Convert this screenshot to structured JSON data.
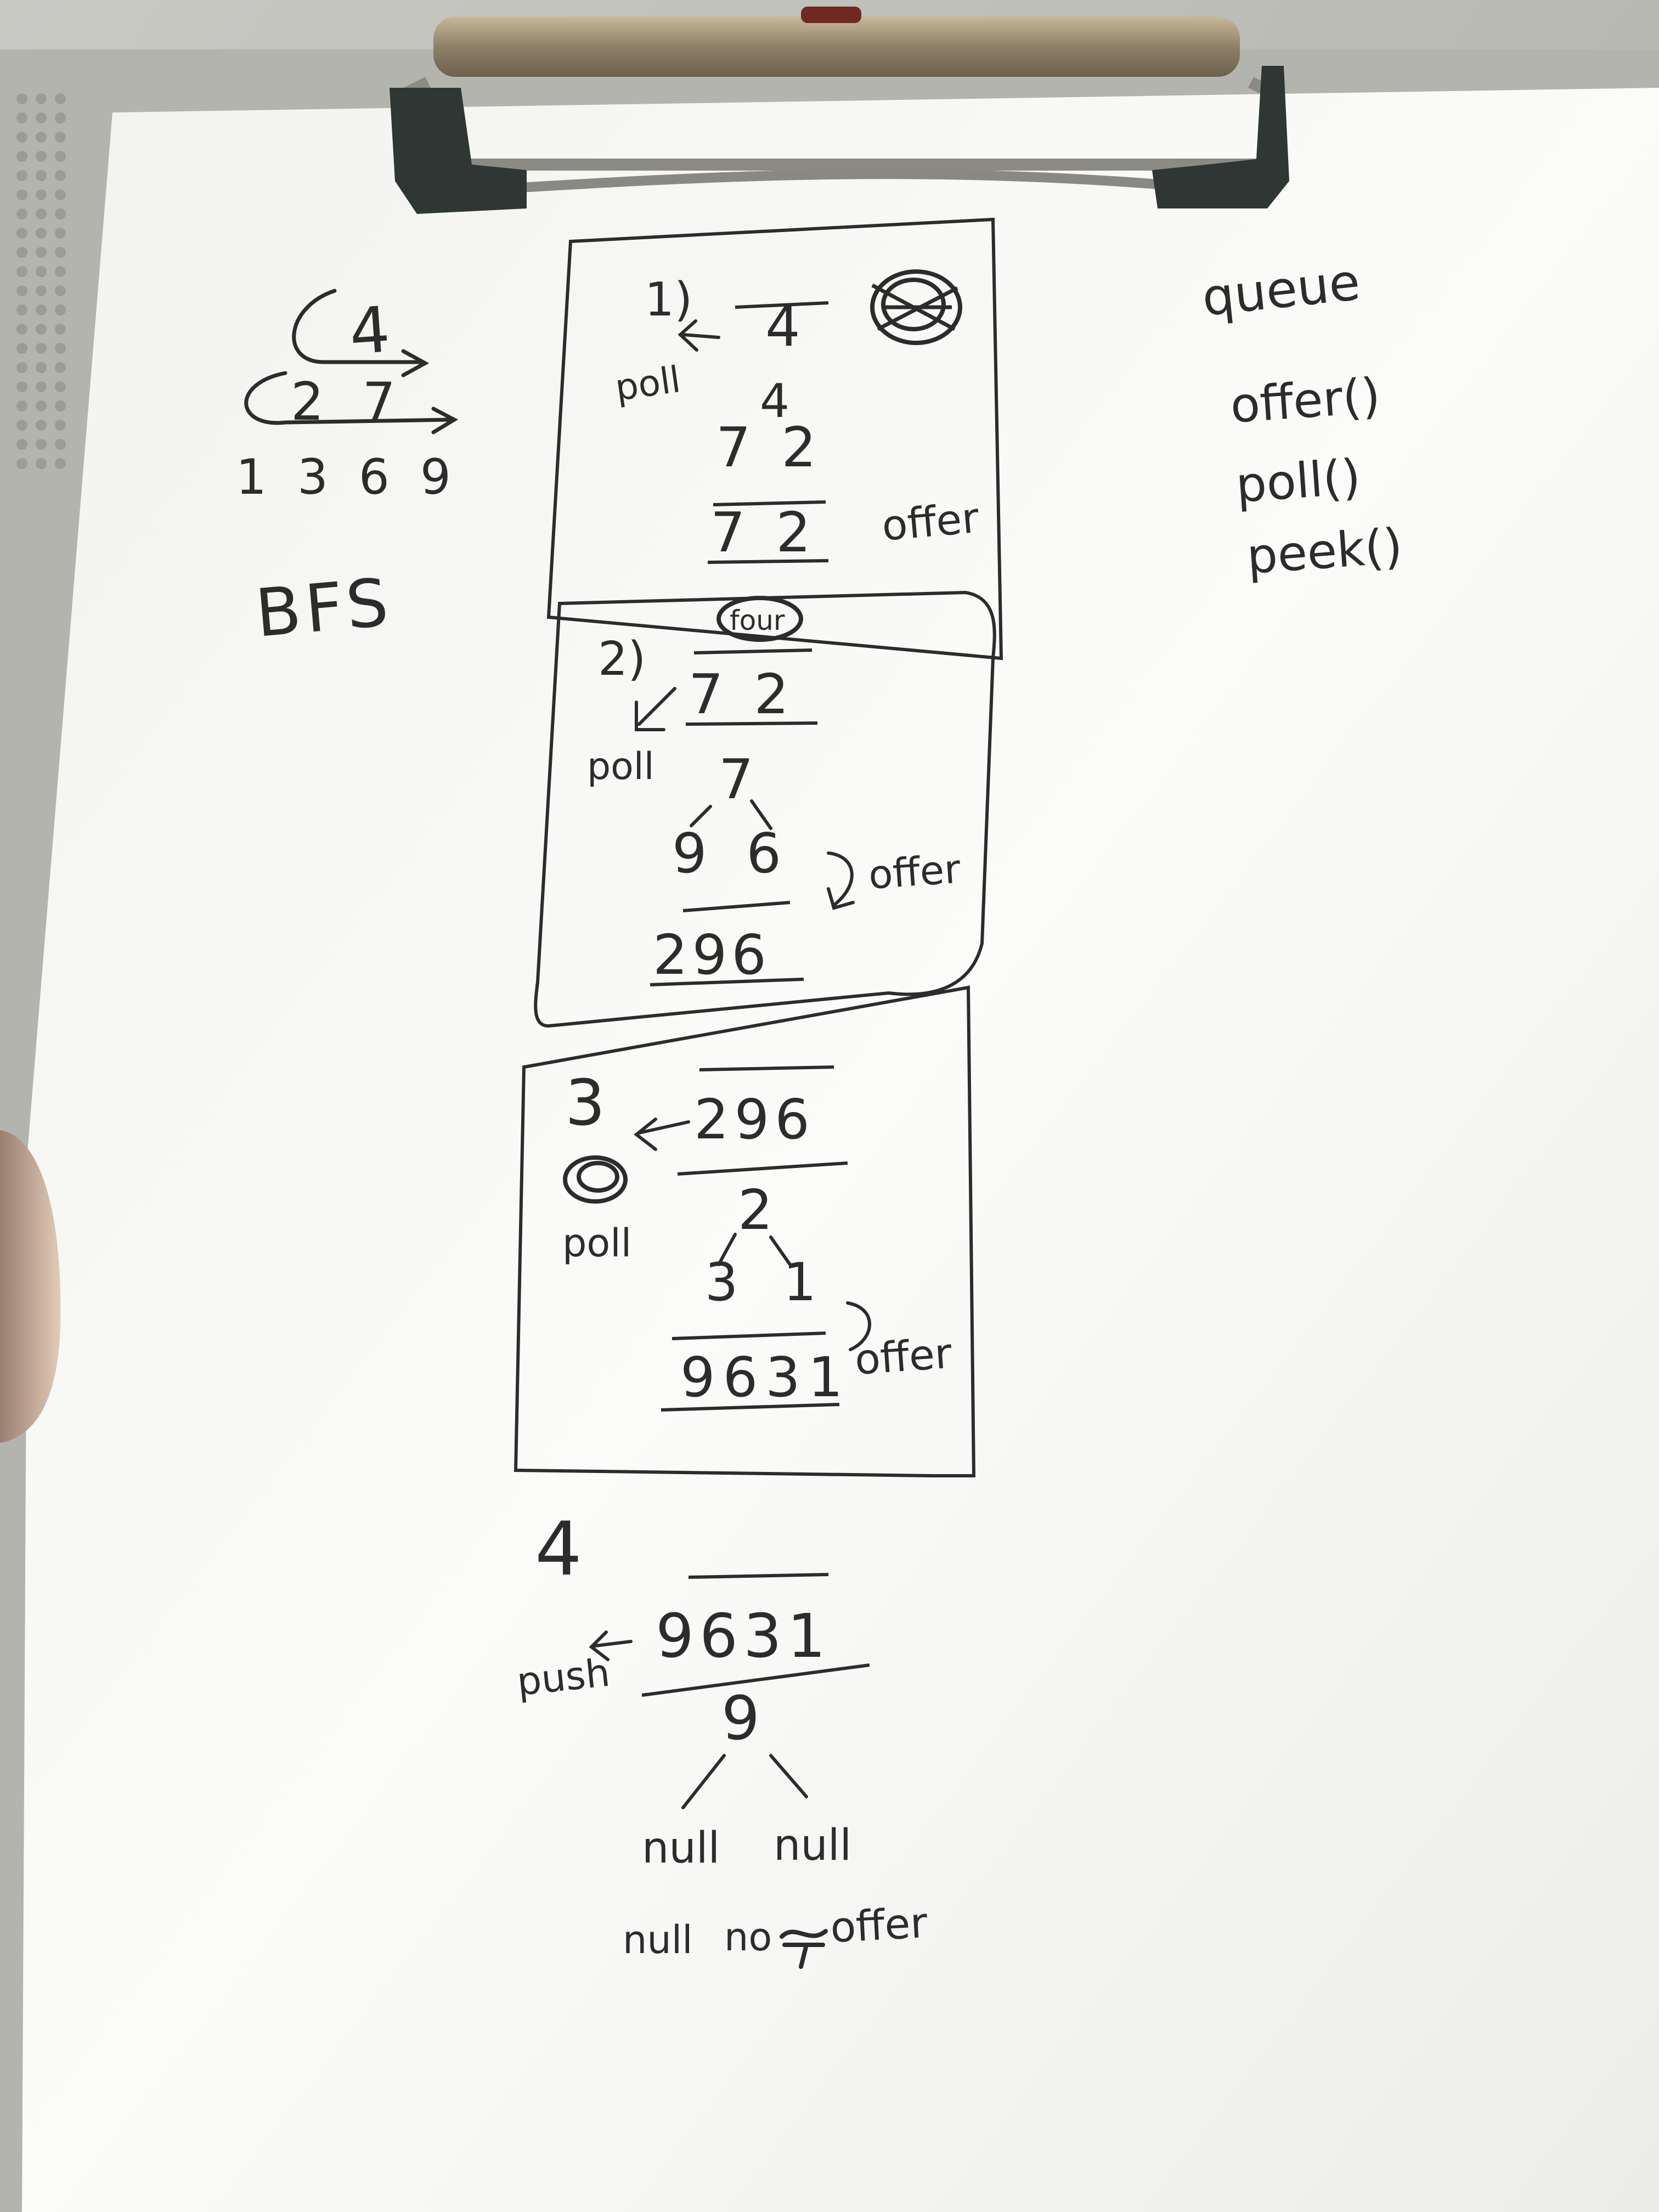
{
  "notes": {
    "tree": {
      "root": "4",
      "level2": "2 7",
      "level3": "1 3 6 9"
    },
    "bfs_label": "BFS",
    "queue_ops": {
      "title": "queue",
      "offer": "offer()",
      "poll": "poll()",
      "peek": "peek()"
    },
    "step1": {
      "number": "1)",
      "action": "poll",
      "queue_before": "4",
      "node": "4",
      "children": "7 2",
      "queue_after": "7 2",
      "offer_label": "offer"
    },
    "step2": {
      "number": "2)",
      "action": "poll",
      "scribble_word": "four",
      "queue_before": "7 2",
      "node": "7",
      "children": "9 6",
      "offer_label": "offer",
      "queue_after": "296"
    },
    "step3": {
      "number": "3",
      "action": "poll",
      "queue_before": "296",
      "node": "2",
      "children": "3 1",
      "offer_label": "offer",
      "queue_after": "9631"
    },
    "step4": {
      "number": "4",
      "action": "push",
      "queue_before": "9631",
      "node": "9",
      "left_child": "null",
      "right_child": "null",
      "footer_null": "null",
      "footer_no": "no",
      "footer_offer": "offer"
    }
  },
  "colors": {
    "paper": "#fafaf8",
    "ink": "#2c2c2c",
    "wall": "#b9b9b4",
    "clip_metal": "#9a8f7a",
    "clip_rubber": "#2f3634"
  }
}
